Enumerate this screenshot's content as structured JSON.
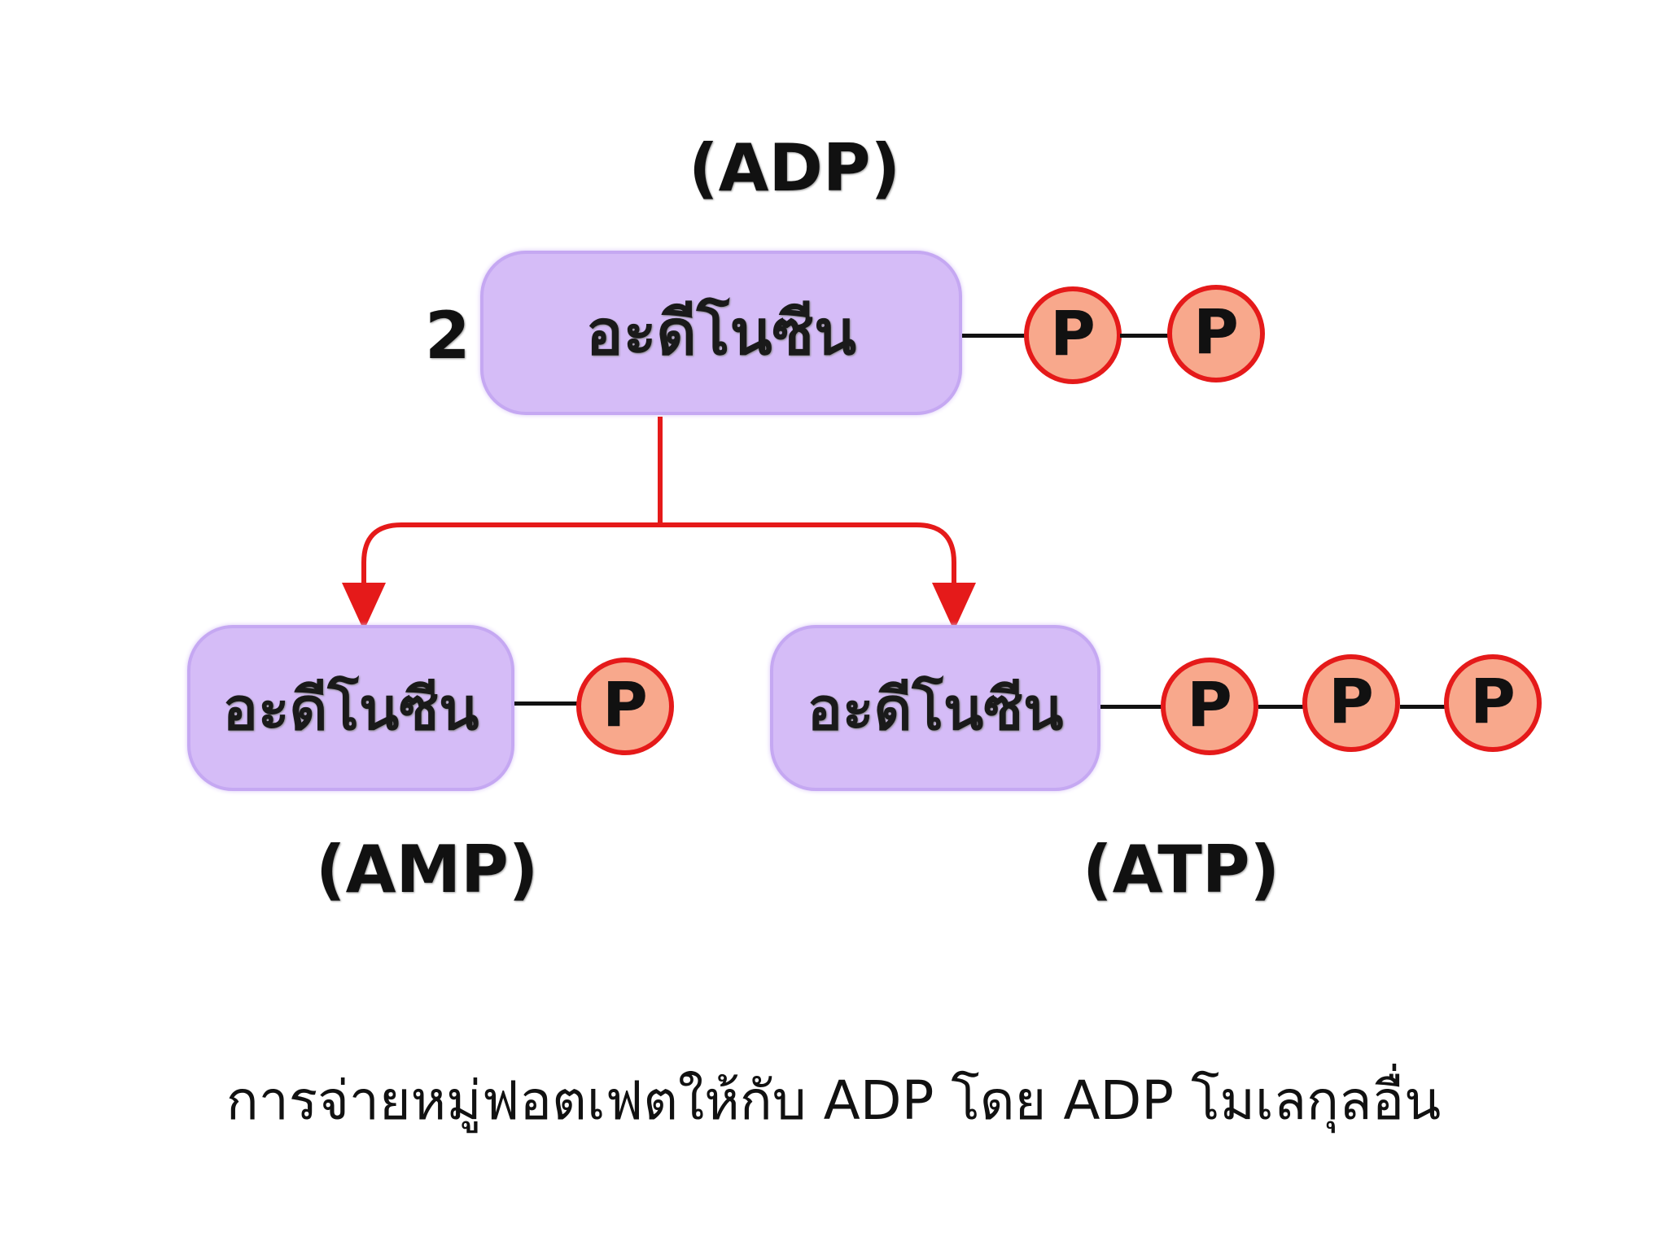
{
  "top": {
    "title": "(ADP)",
    "count": "2",
    "box_label": "อะดีโนซีน",
    "phosphates": [
      "P",
      "P"
    ]
  },
  "left": {
    "title": "(AMP)",
    "box_label": "อะดีโนซีน",
    "phosphates": [
      "P"
    ]
  },
  "right": {
    "title": "(ATP)",
    "box_label": "อะดีโนซีน",
    "phosphates": [
      "P",
      "P",
      "P"
    ]
  },
  "caption": "การจ่ายหมู่ฟอตเฟตให้กับ ADP โดย ADP โมเลกุลอื่น",
  "colors": {
    "box_fill": "#d5bcf7",
    "phosphate_fill": "#f8a88c",
    "phosphate_border": "#e51a1a",
    "arrow": "#e51a1a"
  }
}
